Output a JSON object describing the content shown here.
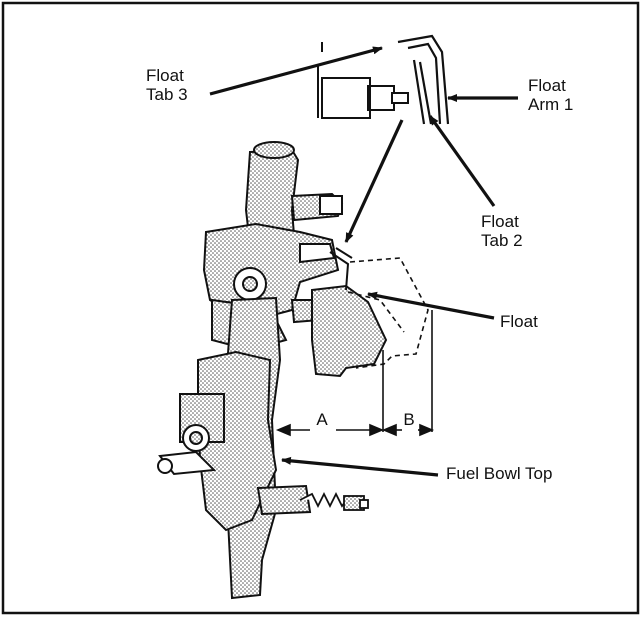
{
  "labels": {
    "float_tab_3": {
      "line1": "Float",
      "line2": "Tab 3"
    },
    "float_arm_1": {
      "line1": "Float",
      "line2": "Arm 1"
    },
    "float_tab_2": {
      "line1": "Float",
      "line2": "Tab 2"
    },
    "float": "Float",
    "fuel_bowl_top": "Fuel Bowl Top",
    "dim_a": "A",
    "dim_b": "B"
  },
  "colors": {
    "ink": "#111111",
    "stipple": "#b9b9b9",
    "paper": "#ffffff"
  }
}
